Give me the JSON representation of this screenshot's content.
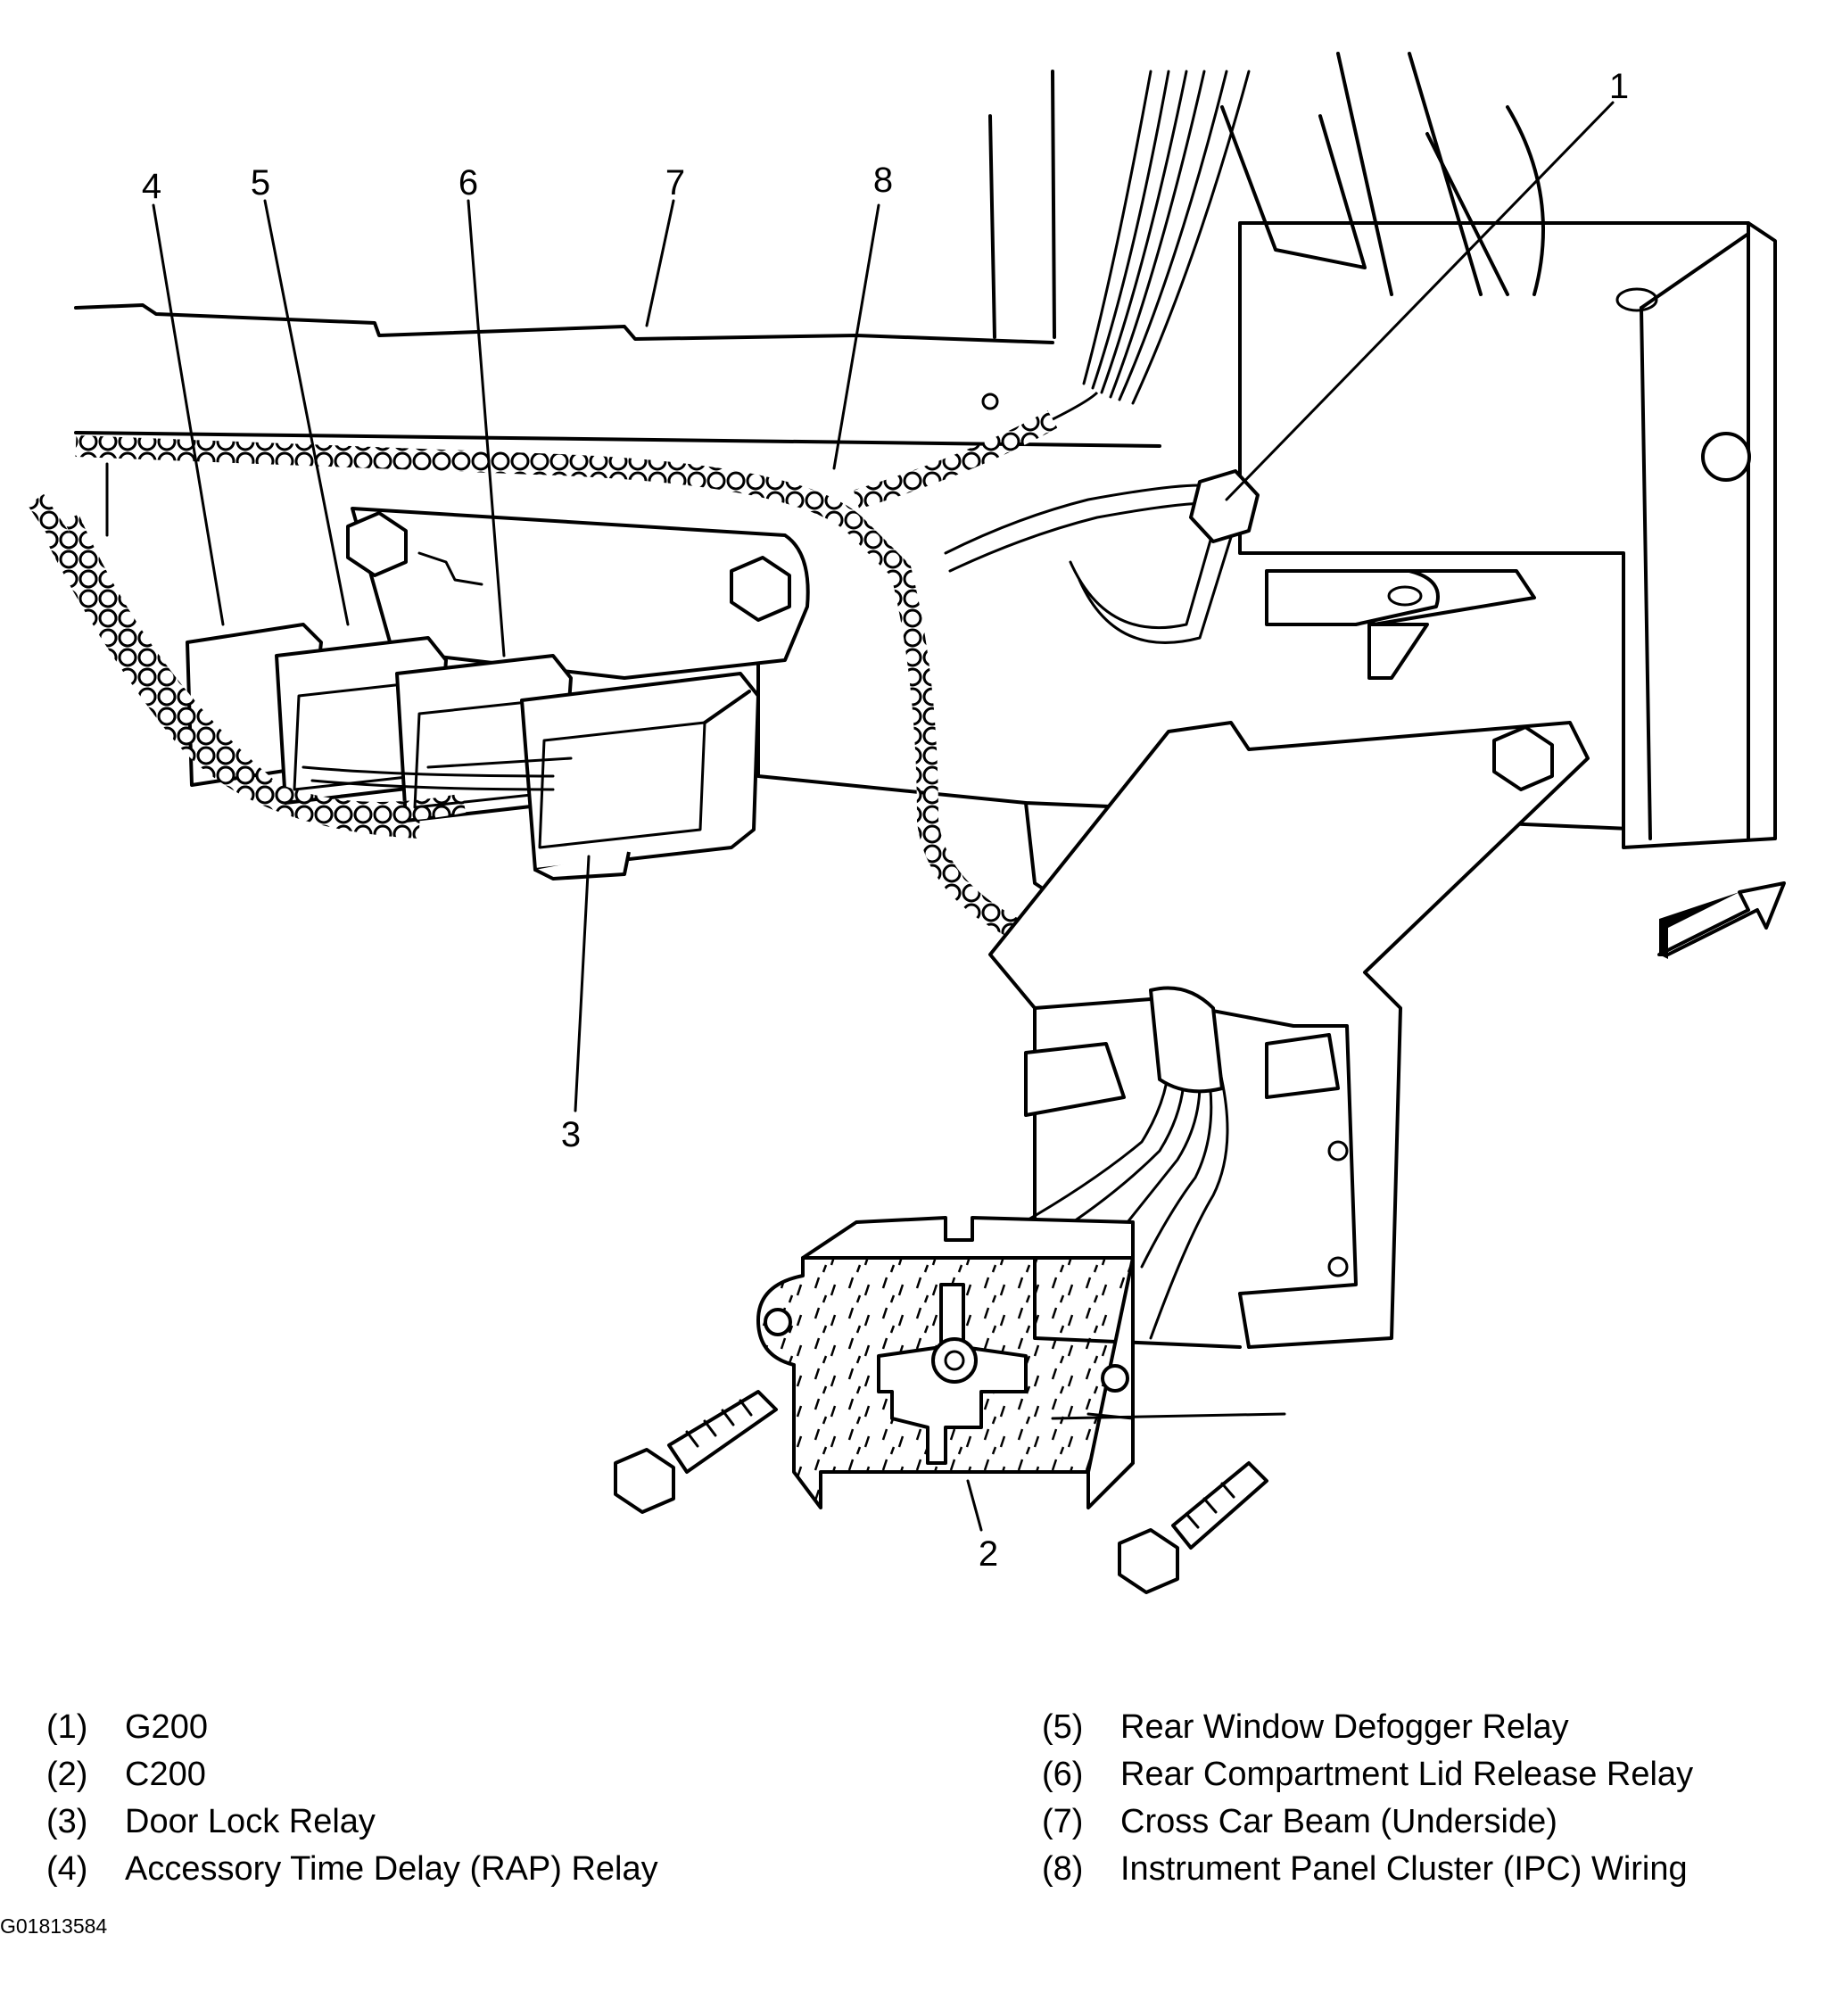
{
  "callouts": [
    "1",
    "2",
    "3",
    "4",
    "5",
    "6",
    "7",
    "8"
  ],
  "legend_left": [
    {
      "num": "(1)",
      "label": "G200"
    },
    {
      "num": "(2)",
      "label": "C200"
    },
    {
      "num": "(3)",
      "label": "Door Lock Relay"
    },
    {
      "num": "(4)",
      "label": "Accessory Time Delay (RAP) Relay"
    }
  ],
  "legend_right": [
    {
      "num": "(5)",
      "label": "Rear Window Defogger Relay"
    },
    {
      "num": "(6)",
      "label": "Rear Compartment Lid Release Relay"
    },
    {
      "num": "(7)",
      "label": "Cross Car Beam (Underside)"
    },
    {
      "num": "(8)",
      "label": "Instrument Panel Cluster (IPC) Wiring"
    }
  ],
  "figure_id": "G01813584"
}
